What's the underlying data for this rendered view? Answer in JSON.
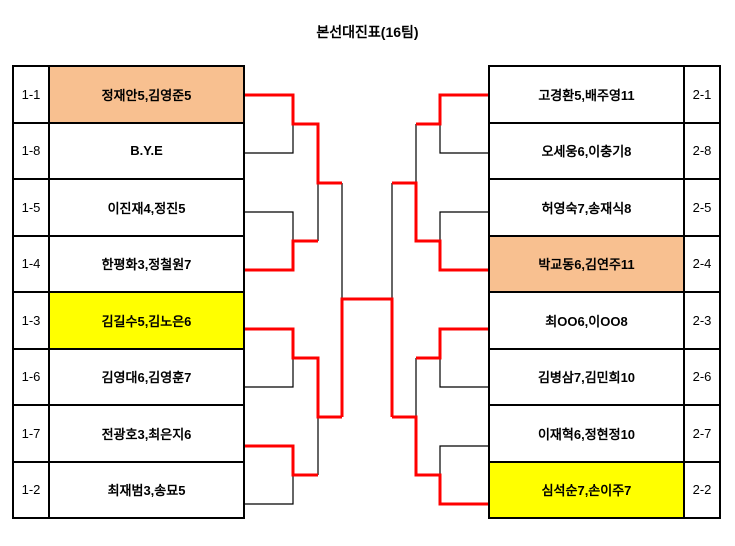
{
  "title": "본선대진표(16팀)",
  "colors": {
    "orange": "#f8c090",
    "yellow": "#ffff00",
    "winner_line": "#ff0000"
  },
  "left": [
    {
      "seed": "1-1",
      "team": "정재안5,김영준5",
      "highlight": "orange"
    },
    {
      "seed": "1-8",
      "team": "B.Y.E",
      "highlight": ""
    },
    {
      "seed": "1-5",
      "team": "이진재4,정진5",
      "highlight": ""
    },
    {
      "seed": "1-4",
      "team": "한평화3,정철원7",
      "highlight": ""
    },
    {
      "seed": "1-3",
      "team": "김길수5,김노은6",
      "highlight": "yellow"
    },
    {
      "seed": "1-6",
      "team": "김영대6,김영훈7",
      "highlight": ""
    },
    {
      "seed": "1-7",
      "team": "전광호3,최은지6",
      "highlight": ""
    },
    {
      "seed": "1-2",
      "team": "최재범3,송묘5",
      "highlight": ""
    }
  ],
  "right": [
    {
      "seed": "2-1",
      "team": "고경환5,배주영11",
      "highlight": ""
    },
    {
      "seed": "2-8",
      "team": "오세웅6,이충기8",
      "highlight": ""
    },
    {
      "seed": "2-5",
      "team": "허영숙7,송재식8",
      "highlight": ""
    },
    {
      "seed": "2-4",
      "team": "박교동6,김연주11",
      "highlight": "orange"
    },
    {
      "seed": "2-3",
      "team": "최OO6,이OO8",
      "highlight": ""
    },
    {
      "seed": "2-6",
      "team": "김병삼7,김민희10",
      "highlight": ""
    },
    {
      "seed": "2-7",
      "team": "이재혁6,정현정10",
      "highlight": ""
    },
    {
      "seed": "2-2",
      "team": "심석순7,손이주7",
      "highlight": "yellow"
    }
  ]
}
